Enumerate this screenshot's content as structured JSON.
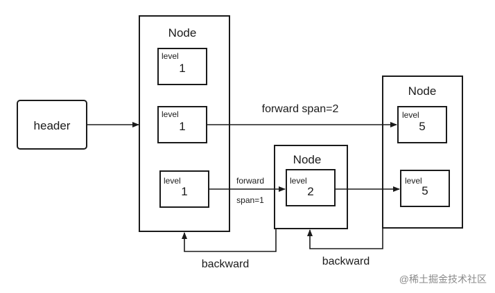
{
  "header": {
    "label": "header"
  },
  "nodes": [
    {
      "title": "Node",
      "levels": [
        {
          "tag": "level",
          "value": "1"
        },
        {
          "tag": "level",
          "value": "1"
        },
        {
          "tag": "level",
          "value": "1"
        }
      ]
    },
    {
      "title": "Node",
      "levels": [
        {
          "tag": "level",
          "value": "2"
        }
      ]
    },
    {
      "title": "Node",
      "levels": [
        {
          "tag": "level",
          "value": "5"
        },
        {
          "tag": "level",
          "value": "5"
        }
      ]
    }
  ],
  "edges": {
    "forward_long": "forward span=2",
    "forward_short_a": "forward",
    "forward_short_b": "span=1",
    "backward_1": "backward",
    "backward_2": "backward"
  },
  "watermark": "@稀土掘金技术社区"
}
